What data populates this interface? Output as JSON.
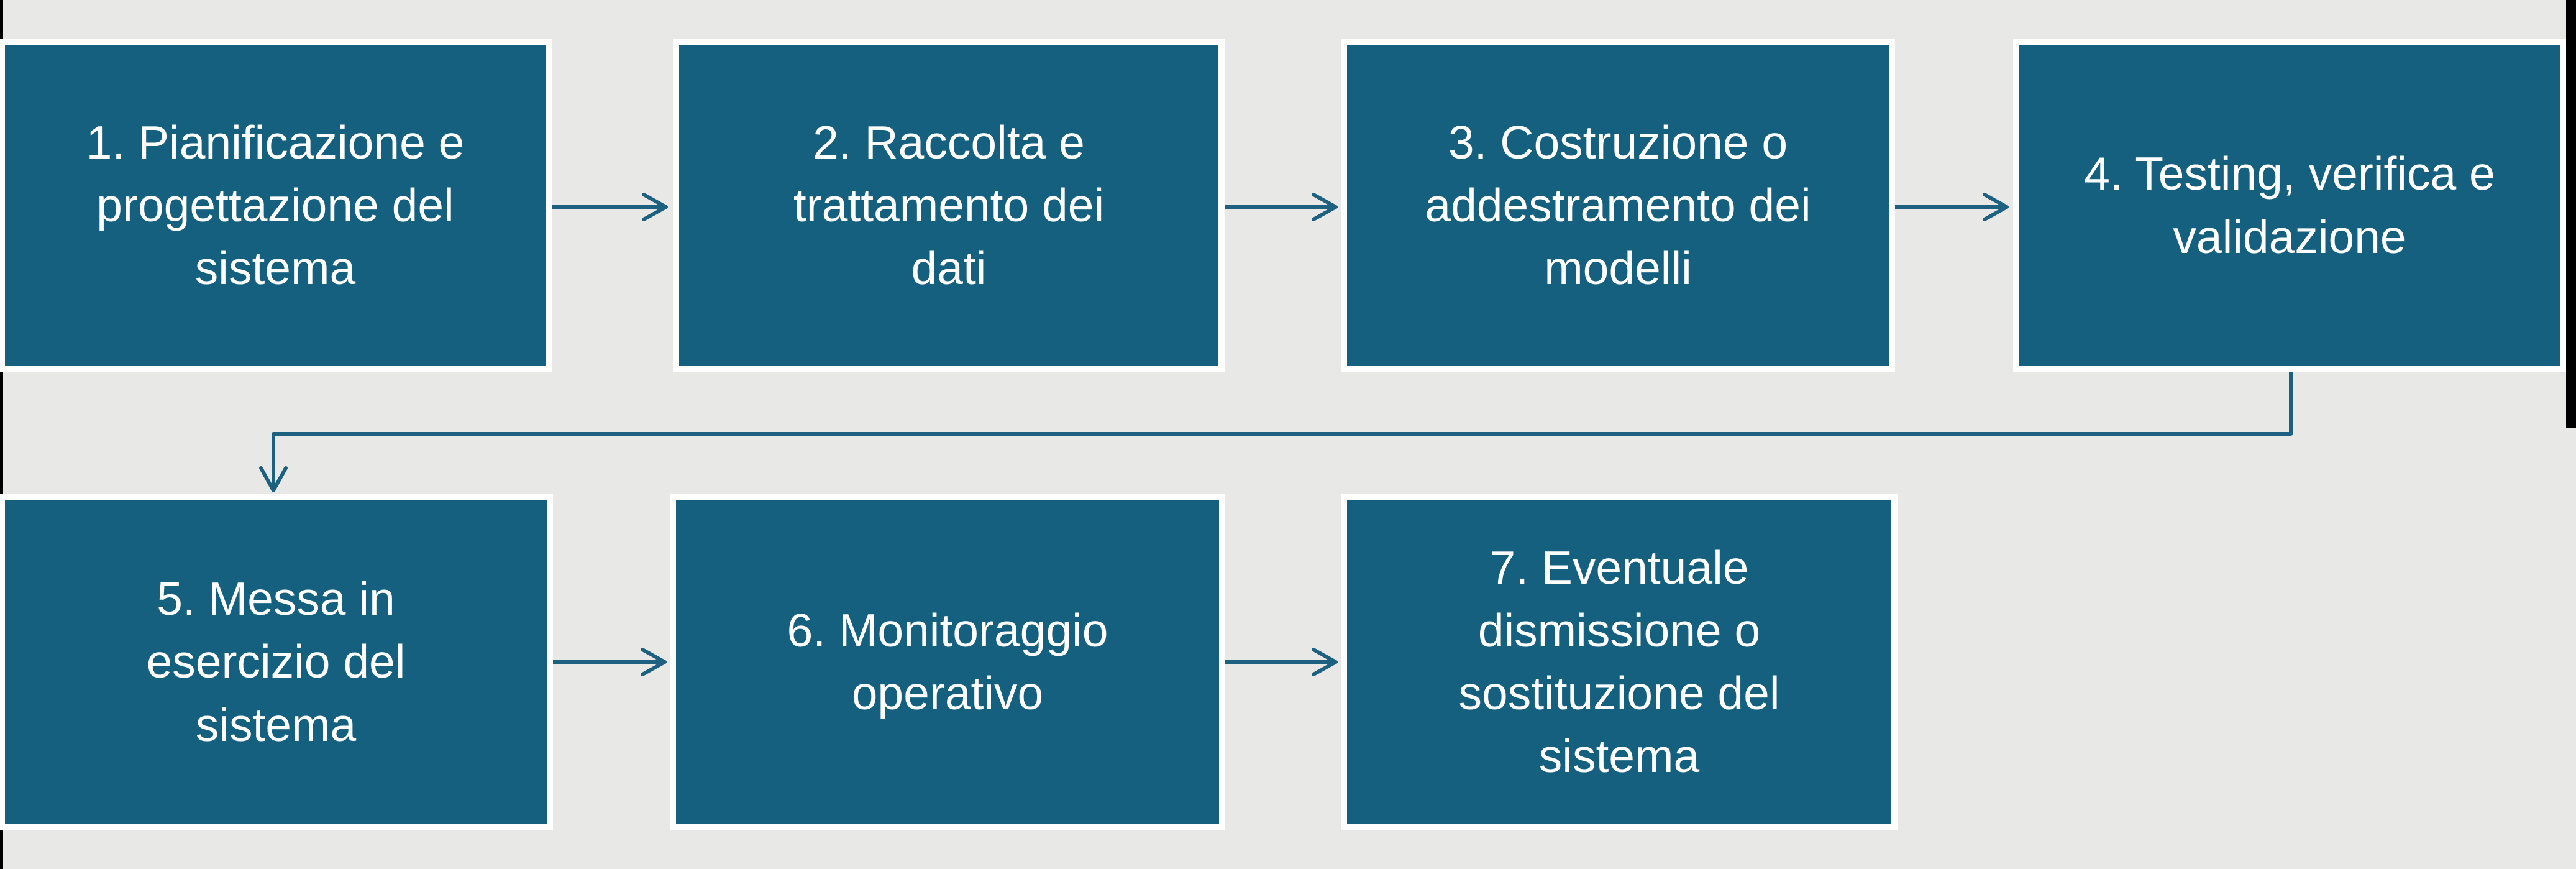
{
  "diagram": {
    "type": "flowchart",
    "layout": "two-row left-to-right snake",
    "colors": {
      "background": "#E8E8E6",
      "box_fill": "#16607F",
      "box_border": "#FFFFFF",
      "text": "#FFFFFF",
      "connector": "#1E6080",
      "edge_line": "#000000"
    },
    "steps": [
      {
        "id": 1,
        "label": "1. Pianificazione e\nprogettazione del\nsistema"
      },
      {
        "id": 2,
        "label": "2. Raccolta e\ntrattamento dei\ndati"
      },
      {
        "id": 3,
        "label": "3. Costruzione o\naddestramento dei\nmodelli"
      },
      {
        "id": 4,
        "label": "4. Testing, verifica e\nvalidazione"
      },
      {
        "id": 5,
        "label": "5. Messa in\nesercizio del\nsistema"
      },
      {
        "id": 6,
        "label": "6. Monitoraggio\noperativo"
      },
      {
        "id": 7,
        "label": "7. Eventuale\ndismissione o\nsostituzione del\nsistema"
      }
    ],
    "connections": [
      {
        "from": 1,
        "to": 2,
        "style": "straight-arrow"
      },
      {
        "from": 2,
        "to": 3,
        "style": "straight-arrow"
      },
      {
        "from": 3,
        "to": 4,
        "style": "straight-arrow"
      },
      {
        "from": 4,
        "to": 5,
        "style": "elbow-arrow"
      },
      {
        "from": 5,
        "to": 6,
        "style": "straight-arrow"
      },
      {
        "from": 6,
        "to": 7,
        "style": "straight-arrow"
      }
    ]
  }
}
